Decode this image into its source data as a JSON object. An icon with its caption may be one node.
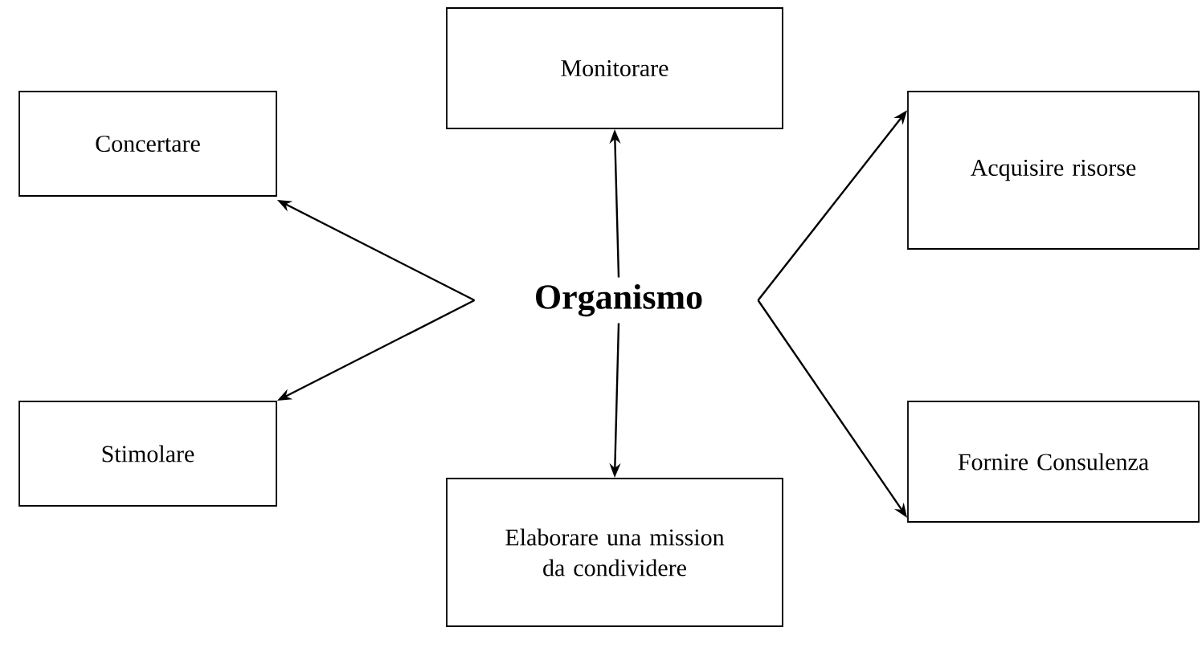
{
  "diagram": {
    "nodes": [
      {
        "text": [
          "Monitorare"
        ]
      },
      {
        "text": [
          "Concertare"
        ]
      },
      {
        "text": [
          "Acquisire risorse"
        ]
      },
      {
        "text": [
          "**Organismo**"
        ]
      },
      {
        "text": [
          "Stimolare"
        ]
      },
      {
        "text": [
          "Fornire Consulenza"
        ]
      },
      {
        "text": [
          "Elaborare una mission da condividere"
        ]
      }
    ],
    "edges": [
      {
        "from": 3,
        "to": 0,
        "arrow": "to"
      },
      {
        "from": 3,
        "to": 1,
        "arrow": "to"
      },
      {
        "from": 3,
        "to": 2,
        "arrow": "to"
      },
      {
        "from": 3,
        "to": 4,
        "arrow": "to"
      },
      {
        "from": 3,
        "to": 5,
        "arrow": "to"
      },
      {
        "from": 3,
        "to": 6,
        "arrow": "to"
      }
    ]
  }
}
